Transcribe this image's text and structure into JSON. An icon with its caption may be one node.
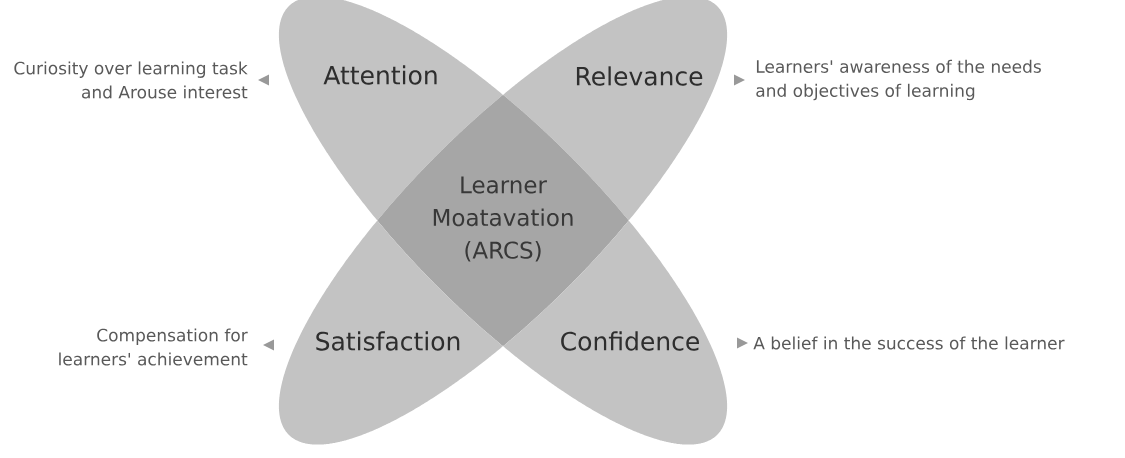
{
  "diagram": {
    "nodes": [
      {
        "text": [
          "Attention"
        ]
      },
      {
        "text": [
          "Relevance"
        ]
      },
      {
        "text": [
          "Learner Moatavation (ARCS)"
        ]
      },
      {
        "text": [
          "Satisfaction"
        ]
      },
      {
        "text": [
          "Confidence"
        ]
      },
      {
        "text": [
          "Curiosity over learning task and Arouse interest"
        ]
      },
      {
        "text": [
          "Learners' awareness of the needs and objectives of learning"
        ]
      },
      {
        "text": [
          "Compensation for learners' achievement"
        ]
      },
      {
        "text": [
          "A belief in the success of the learner"
        ]
      }
    ]
  }
}
